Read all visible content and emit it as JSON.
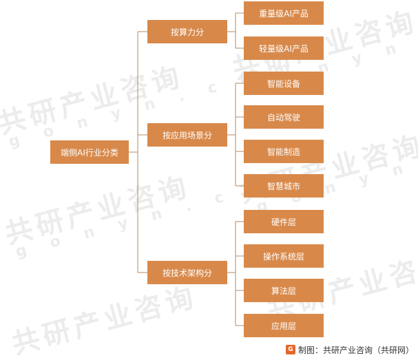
{
  "diagram": {
    "root": "端侧AI行业分类",
    "branches": [
      {
        "label": "按算力分",
        "children": [
          "重量级AI产品",
          "轻量级AI产品"
        ]
      },
      {
        "label": "按应用场景分",
        "children": [
          "智能设备",
          "自动驾驶",
          "智能制造",
          "智慧城市"
        ]
      },
      {
        "label": "按技术架构分",
        "children": [
          "硬件层",
          "操作系统层",
          "算法层",
          "应用层"
        ]
      }
    ]
  },
  "footer": {
    "source": "制图：共研产业咨询（共研网）"
  },
  "watermark": {
    "brand": "共研产业咨询",
    "domain": "g o n y n . c o m"
  },
  "colors": {
    "node_fill": "#d8894a",
    "line": "#b58a5c",
    "node_text": "#ffffff"
  }
}
